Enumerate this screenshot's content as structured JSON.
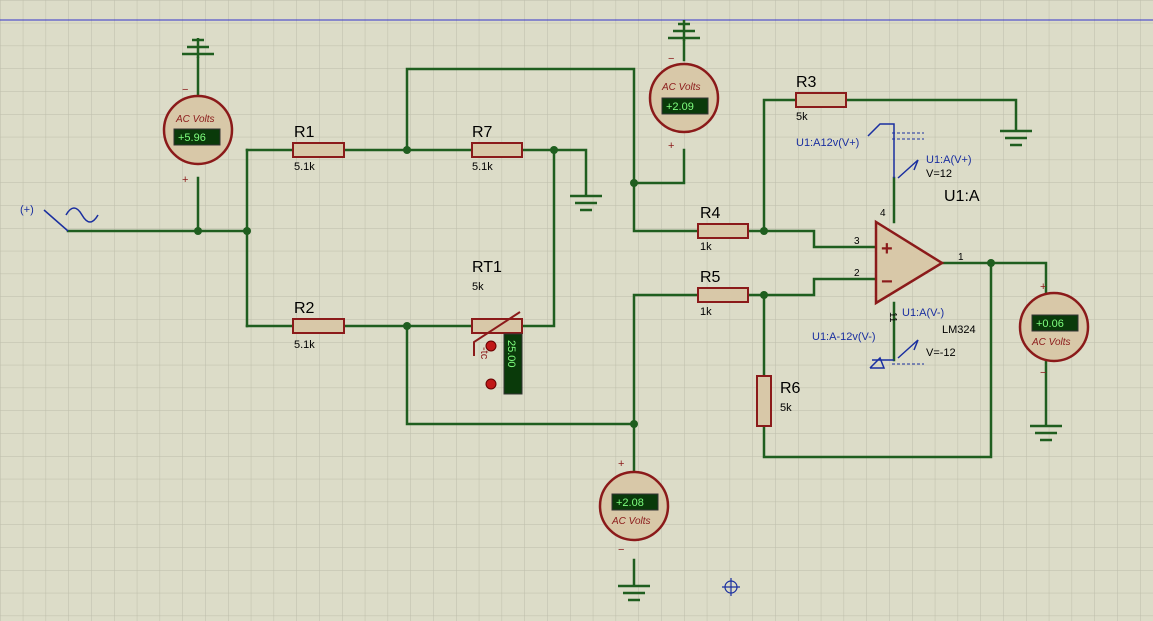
{
  "components": {
    "r1": {
      "ref": "R1",
      "value": "5.1k"
    },
    "r2": {
      "ref": "R2",
      "value": "5.1k"
    },
    "r3": {
      "ref": "R3",
      "value": "5k"
    },
    "r4": {
      "ref": "R4",
      "value": "1k"
    },
    "r5": {
      "ref": "R5",
      "value": "1k"
    },
    "r6": {
      "ref": "R6",
      "value": "5k"
    },
    "r7": {
      "ref": "R7",
      "value": "5.1k"
    },
    "rt1": {
      "ref": "RT1",
      "value": "5k",
      "temp": "25.00",
      "tag": "-tc"
    },
    "u1": {
      "ref": "U1:A",
      "part": "LM324",
      "pin_plus": "3",
      "pin_minus": "2",
      "pin_out": "1",
      "pin_vp": "4",
      "pin_vn": "11"
    }
  },
  "voltmeters": {
    "vm_input": {
      "title": "AC Volts",
      "value": "+5.96"
    },
    "vm_top": {
      "title": "AC Volts",
      "value": "+2.09"
    },
    "vm_bottom": {
      "title": "AC Volts",
      "value": "+2.08"
    },
    "vm_output": {
      "title": "AC Volts",
      "value": "+0.06"
    }
  },
  "generator": {
    "label": "(+)"
  },
  "rails": {
    "vplus_label": "U1:A12v(V+)",
    "vplus_probe": "U1:A(V+)",
    "vplus_value": "V=12",
    "vminus_label": "U1:A-12v(V-)",
    "vminus_probe": "U1:A(V-)",
    "vminus_value": "V=-12"
  },
  "symbols": {
    "plus": "+",
    "minus": "−"
  }
}
